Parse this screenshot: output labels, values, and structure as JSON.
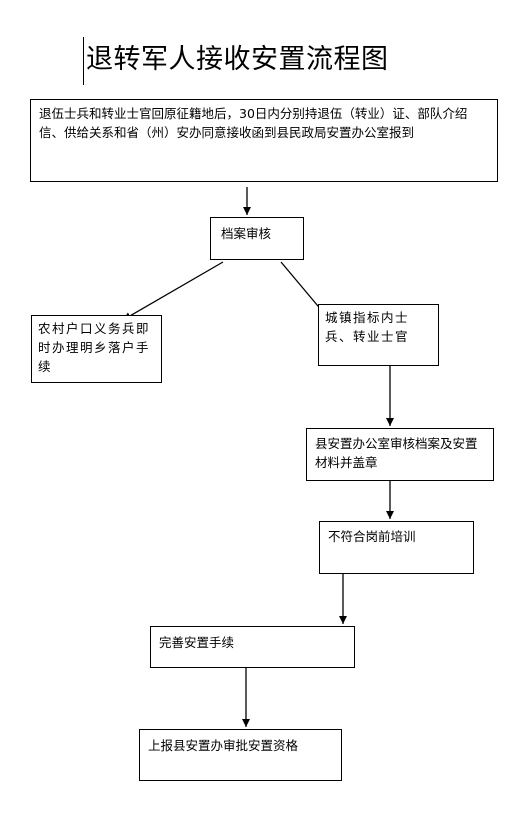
{
  "title": "退转军人接收安置流程图",
  "nodes": {
    "report": "退伍士兵和转业士官回原征籍地后，30日内分别持退伍（转业）证、部队介绍信、供给关系和省（州）安办同意接收函到县民政局安置办公室报到",
    "review": "档案审核",
    "rural": "农村户口义务兵即时办理明乡落户手续",
    "urban": "城镇指标内士兵、转业士官",
    "stamp": "县安置办公室审核档案及安置材料并盖章",
    "training": "不符合岗前培训",
    "complete": "完善安置手续",
    "approval": "上报县安置办审批安置资格"
  },
  "edges": [
    [
      "report",
      "review"
    ],
    [
      "review",
      "rural"
    ],
    [
      "review",
      "urban"
    ],
    [
      "urban",
      "stamp"
    ],
    [
      "stamp",
      "training"
    ],
    [
      "training",
      "complete"
    ],
    [
      "complete",
      "approval"
    ]
  ]
}
